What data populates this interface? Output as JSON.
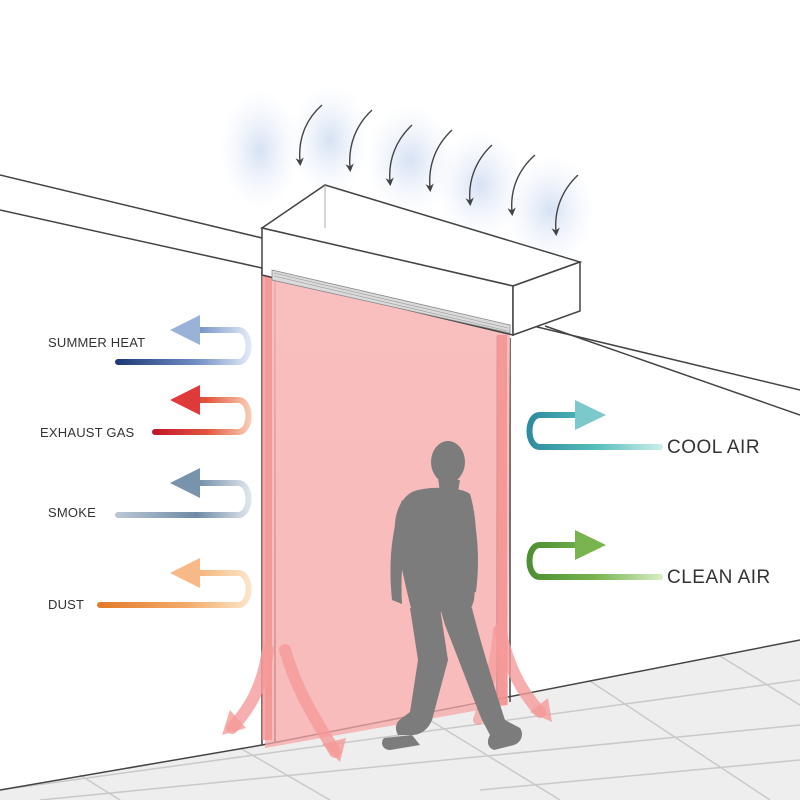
{
  "labels": {
    "left": [
      "SUMMER HEAT",
      "EXHAUST GAS",
      "SMOKE",
      "DUST"
    ],
    "right": [
      "COOL AIR",
      "CLEAN AIR"
    ]
  },
  "colors": {
    "summer_heat": "#6f8fc4",
    "exhaust_gas": "#d9303a",
    "smoke": "#6e8aa6",
    "dust": "#ef9a52",
    "cool_air": "#4fb8b6",
    "clean_air": "#6aa84a",
    "air_curtain": "#f7a5a5",
    "person": "#7c7c7c"
  },
  "icons": {
    "unit": "air-curtain-unit",
    "person": "walking-person-icon",
    "intake": "intake-arrow-icon"
  }
}
